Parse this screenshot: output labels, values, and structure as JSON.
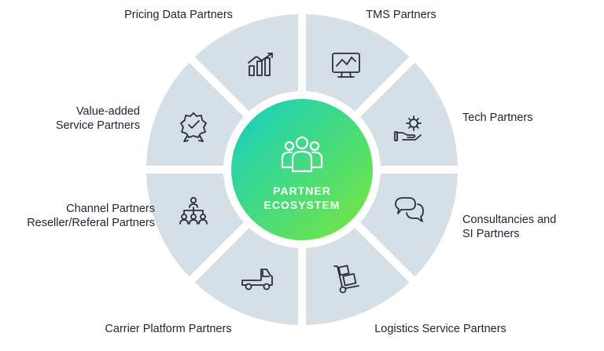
{
  "center": {
    "line1": "PARTNER",
    "line2": "ECOSYSTEM",
    "gradient_start": "#12cfc4",
    "gradient_end": "#7ae63a"
  },
  "colors": {
    "segment_fill": "#d5dfe5",
    "icon_stroke": "#2b2f3b",
    "text": "#1f2433"
  },
  "segments": [
    {
      "icon": "chart-growth-icon",
      "label": [
        "Pricing Data Partners"
      ]
    },
    {
      "icon": "monitor-analytics-icon",
      "label": [
        "TMS Partners"
      ]
    },
    {
      "icon": "hand-gear-icon",
      "label": [
        "Tech Partners"
      ]
    },
    {
      "icon": "chat-bubbles-icon",
      "label": [
        "Consultancies and",
        "SI Partners"
      ]
    },
    {
      "icon": "hand-truck-boxes-icon",
      "label": [
        "Logistics Service Partners"
      ]
    },
    {
      "icon": "truck-icon",
      "label": [
        "Carrier Platform Partners"
      ]
    },
    {
      "icon": "org-hierarchy-icon",
      "label": [
        "Channel Partners",
        "Reseller/Referal  Partners"
      ]
    },
    {
      "icon": "badge-check-icon",
      "label": [
        "Value-added",
        "Service Partners"
      ]
    }
  ]
}
